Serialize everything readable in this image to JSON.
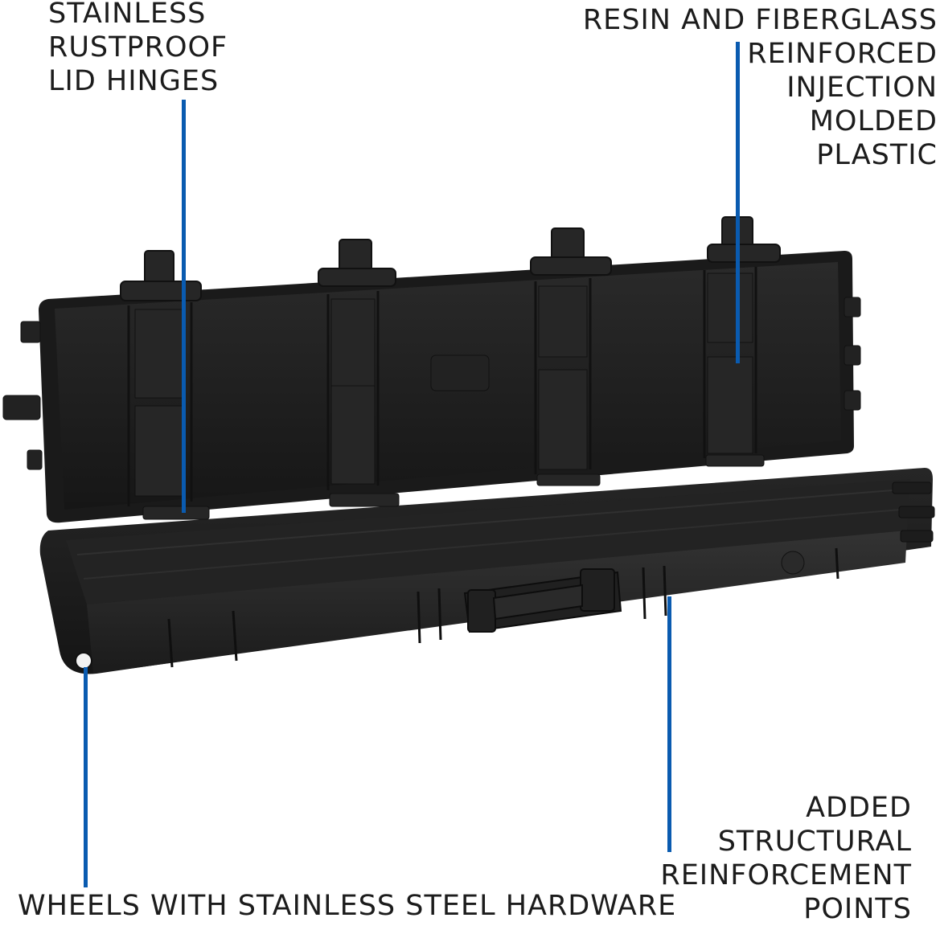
{
  "callouts": {
    "hinges": {
      "lines": [
        "STAINLESS",
        "RUSTPROOF",
        "LID HINGES"
      ]
    },
    "material": {
      "lines": [
        "RESIN AND FIBERGLASS",
        "REINFORCED",
        "INJECTION",
        "MOLDED",
        "PLASTIC"
      ]
    },
    "reinforcement": {
      "lines": [
        "ADDED",
        "STRUCTURAL",
        "REINFORCEMENT",
        "POINTS"
      ]
    },
    "wheels": {
      "lines": [
        "WHEELS WITH STAINLESS STEEL HARDWARE"
      ]
    }
  },
  "colors": {
    "callout_line": "#0a5bb0",
    "case_dark": "#1e1e1e",
    "case_mid": "#2c2c2c",
    "case_light": "#3a3a3a",
    "text": "#1c1c1c"
  },
  "image": {
    "subject": "open black hard rifle case with four latches, handle and wheels"
  }
}
